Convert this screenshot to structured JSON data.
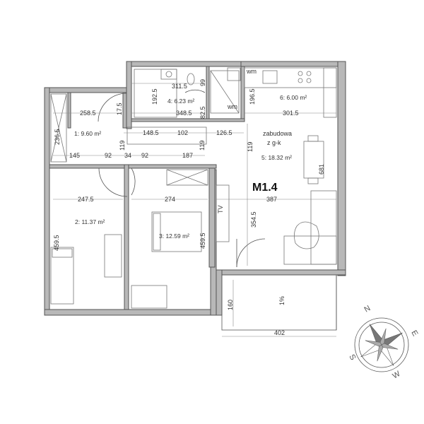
{
  "unit_code": "M1.4",
  "rooms": {
    "r1": "1: 9.60 m²",
    "r2": "2: 11.37 m²",
    "r3": "3: 12.59 m²",
    "r4": "4: 6.23 m²",
    "r5": "5: 18.32 m²",
    "r6": "6: 6.00 m²"
  },
  "annotations": {
    "zabudowa_1": "zabudowa",
    "zabudowa_2": "z g-k",
    "tv": "TV",
    "wm1": "wm",
    "wm2": "wm",
    "balcony_slope": "1%"
  },
  "dimensions": {
    "d258_5": "258.5",
    "d17_5": "17.5",
    "d236_5": "236.5",
    "d311_5": "311.5",
    "d99": "99",
    "d192_5": "192.5",
    "d348_5": "348.5",
    "d82_5": "82.5",
    "d196_5": "196.5",
    "d301_5": "301.5",
    "d148_5": "148.5",
    "d102": "102",
    "d126_5": "126.5",
    "d145": "145",
    "d92a": "92",
    "d34": "34",
    "d92b": "92",
    "d187": "187",
    "d119a": "119",
    "d119b": "119",
    "d119c": "119",
    "d681": "681",
    "d247_5": "247.5",
    "d274": "274",
    "d387": "387",
    "d459_5a": "459.5",
    "d459_5b": "459.5",
    "d354_5": "354.5",
    "d160": "160",
    "d402": "402"
  },
  "compass": {
    "n": "N",
    "s": "S",
    "e": "E",
    "w": "W"
  }
}
